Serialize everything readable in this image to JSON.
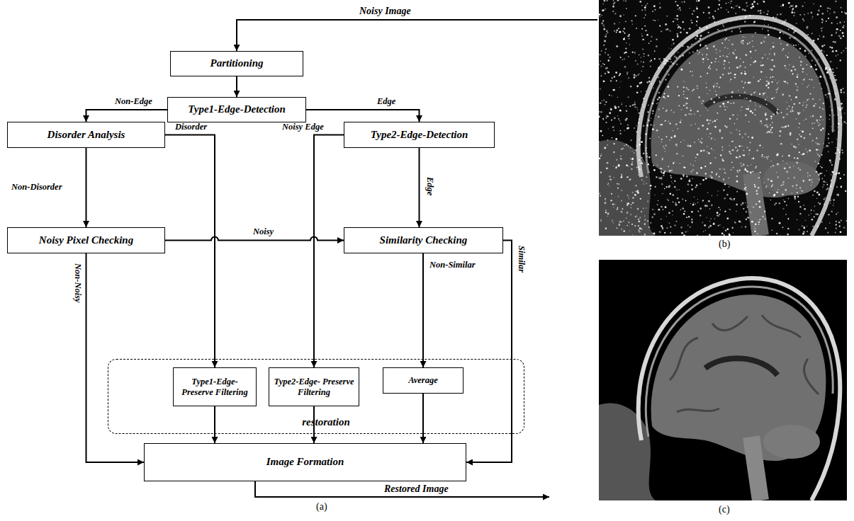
{
  "diagram": {
    "nodes": [
      {
        "text": [
          "Partitioning"
        ]
      },
      {
        "text": [
          "Type1-Edge-Detection"
        ]
      },
      {
        "text": [
          "Disorder Analysis"
        ]
      },
      {
        "text": [
          "Type2-Edge-Detection"
        ]
      },
      {
        "text": [
          "Noisy Pixel Checking"
        ]
      },
      {
        "text": [
          "Similarity Checking"
        ]
      },
      {
        "text": [
          "restoration"
        ]
      },
      {
        "text": [
          "Type1-Edge- Preserve Filtering"
        ],
        "in": 6
      },
      {
        "text": [
          "Type2-Edge- Preserve Filtering"
        ],
        "in": 6
      },
      {
        "text": [
          "Average"
        ],
        "in": 6
      },
      {
        "text": [
          "Image Formation"
        ]
      }
    ],
    "edges": [
      {
        "from": 0,
        "to": 1,
        "arrow": "to"
      },
      {
        "from": 1,
        "to": 2,
        "label": "Non-Edge",
        "arrow": "to"
      },
      {
        "from": 1,
        "to": 3,
        "label": "Edge",
        "arrow": "to"
      },
      {
        "from": 2,
        "to": 4,
        "label": "Non-Disorder",
        "arrow": "to"
      },
      {
        "from": 2,
        "to": 7,
        "label": "Disorder",
        "arrow": "to"
      },
      {
        "from": 3,
        "to": 8,
        "label": "Noisy Edge",
        "arrow": "to"
      },
      {
        "from": 3,
        "to": 5,
        "label": "Edge",
        "arrow": "to"
      },
      {
        "from": 4,
        "to": 5,
        "label": "Noisy",
        "arrow": "to"
      },
      {
        "from": 4,
        "to": 10,
        "label": "Non-Noisy",
        "arrow": "to"
      },
      {
        "from": 5,
        "to": 9,
        "label": "Non-Similar",
        "arrow": "to"
      },
      {
        "from": 5,
        "to": 10,
        "label": "Similar",
        "arrow": "to"
      },
      {
        "from": 7,
        "to": 10,
        "arrow": "to"
      },
      {
        "from": 8,
        "to": 10,
        "arrow": "to"
      },
      {
        "from": 9,
        "to": 10,
        "arrow": "to"
      }
    ],
    "labels": [
      "Noisy Image",
      "Restored Image",
      "(a)",
      "(b)",
      "(c)"
    ]
  }
}
